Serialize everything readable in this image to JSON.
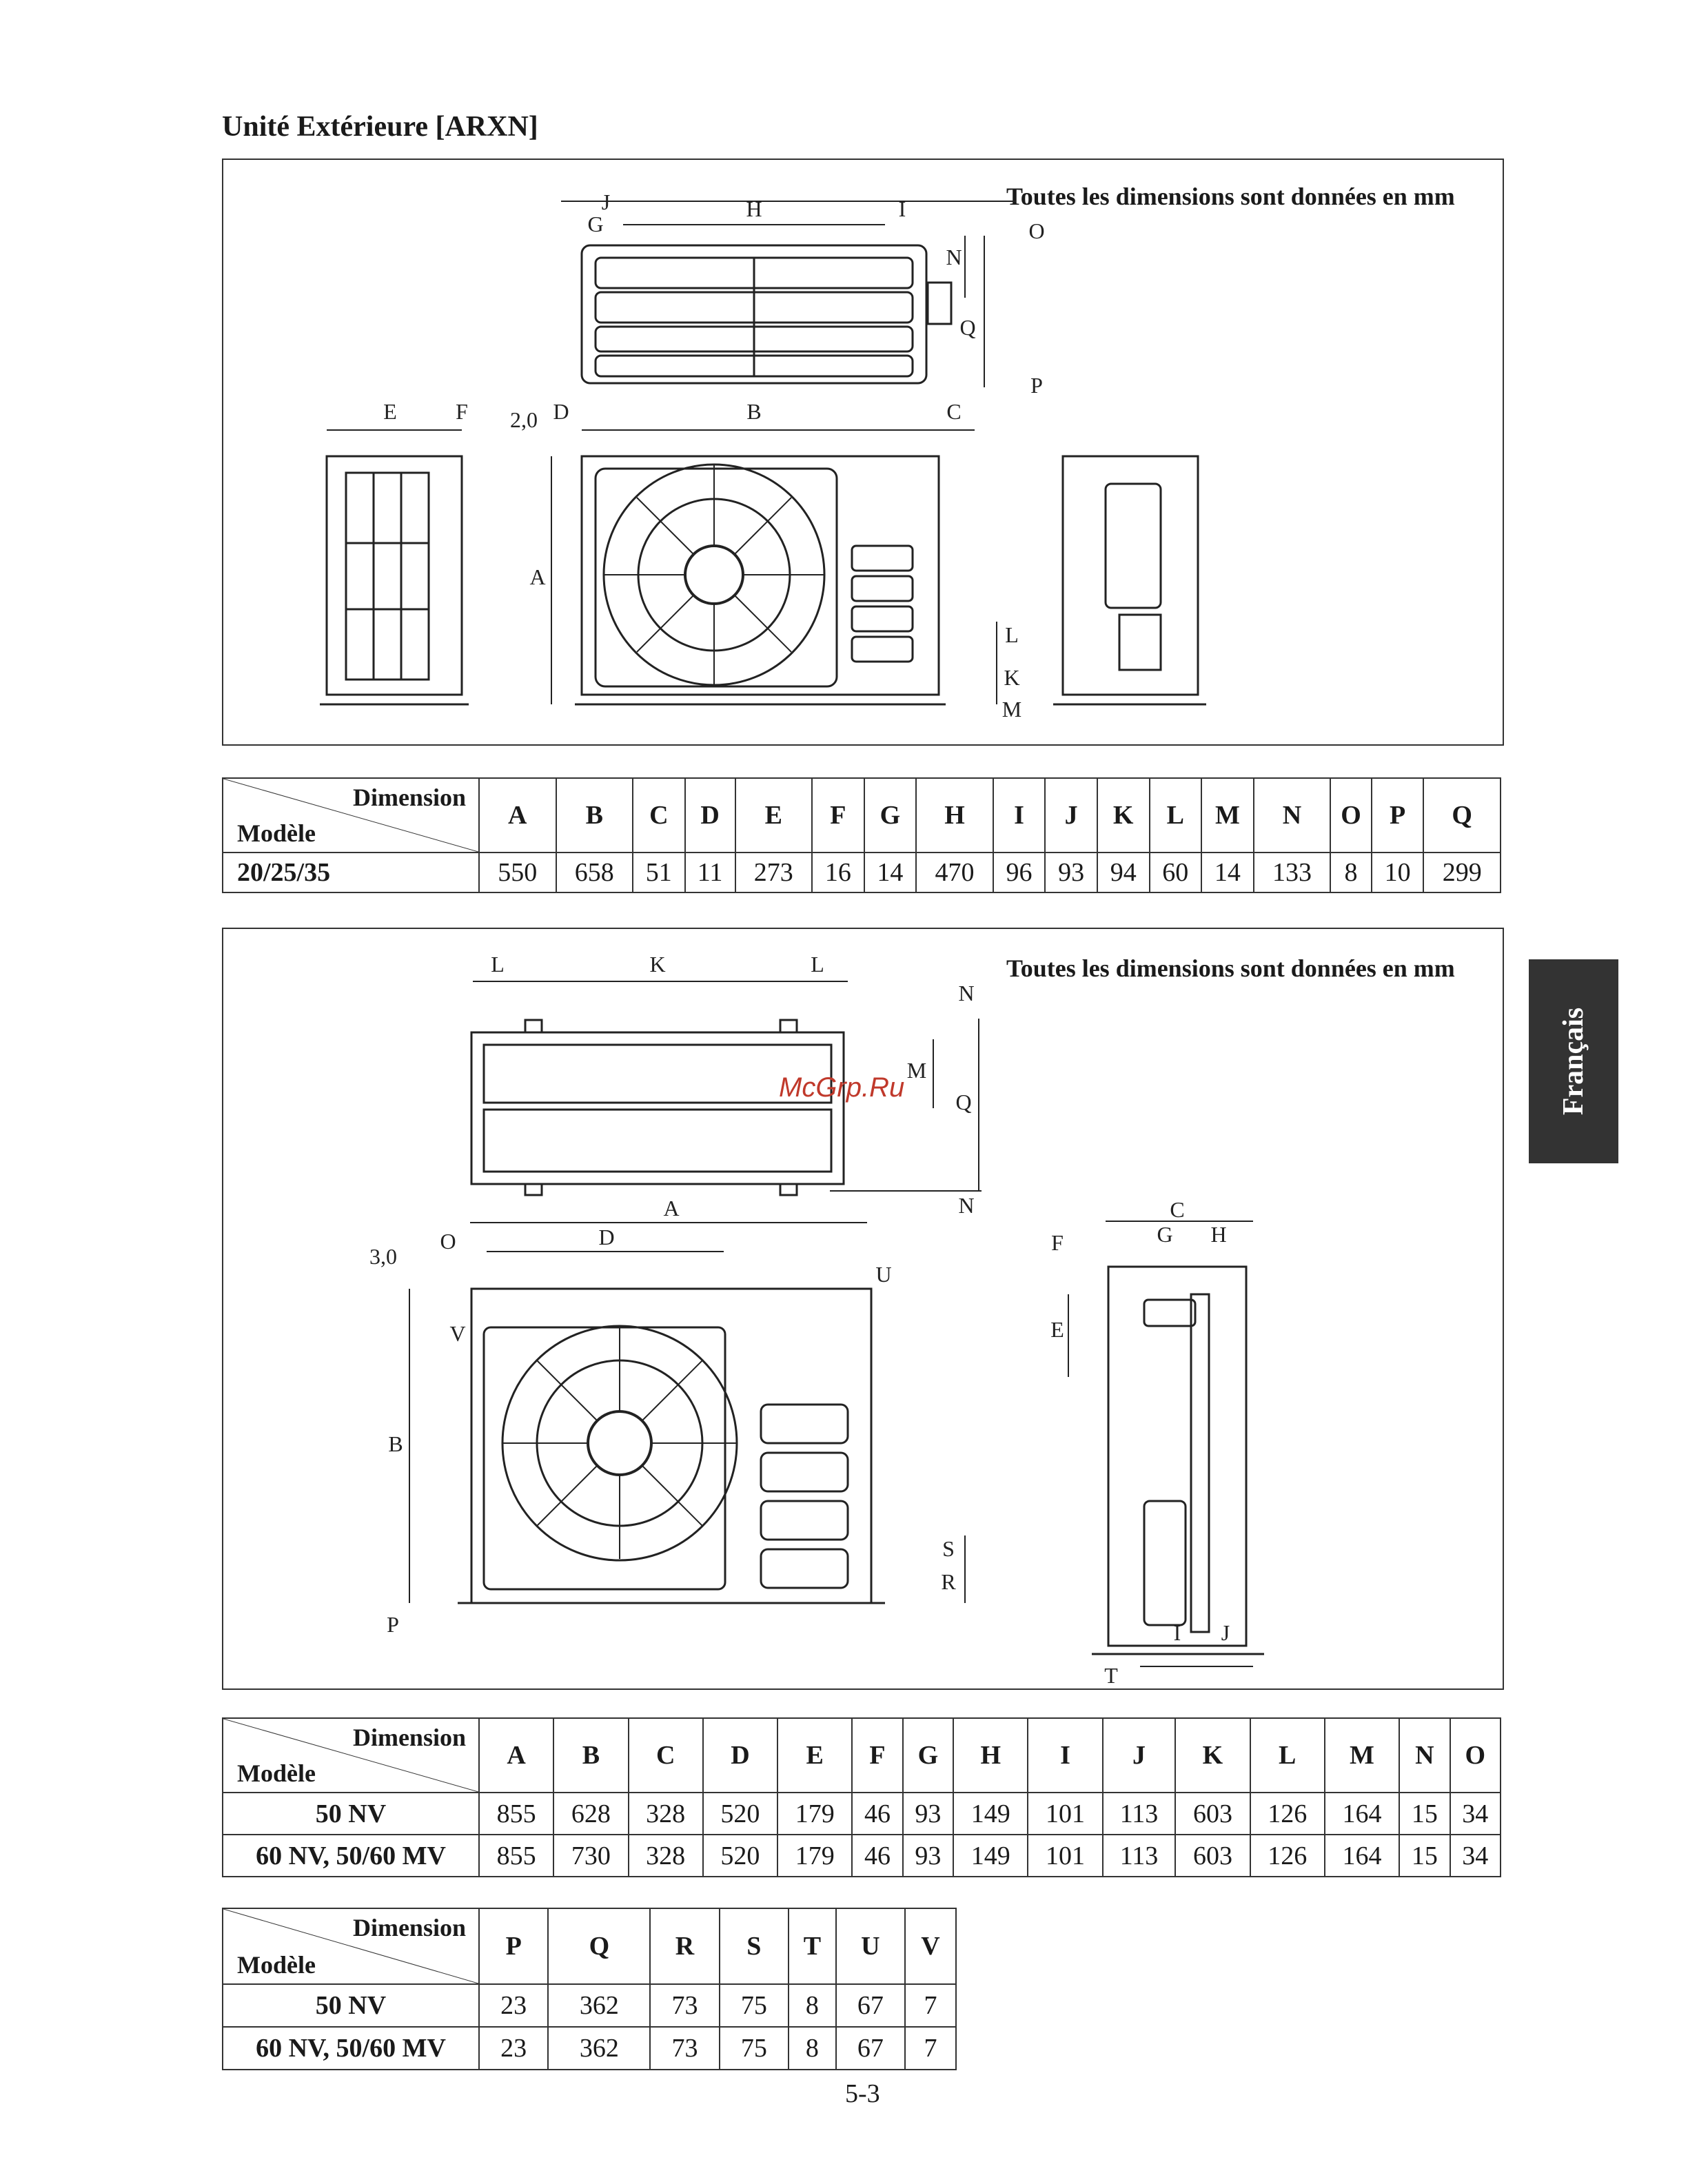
{
  "heading": "Unité Extérieure [ARXN]",
  "note": "Toutes les dimensions sont données en mm",
  "language_tab": "Français",
  "watermark": "McGrp.Ru",
  "page_number": "5-3",
  "corner_dimension": "Dimension",
  "corner_model": "Modèle",
  "diagram1_labels": [
    "J",
    "H",
    "I",
    "G",
    "O",
    "N",
    "Q",
    "P",
    "E",
    "F",
    "2,0",
    "D",
    "B",
    "C",
    "A",
    "L",
    "K",
    "M"
  ],
  "diagram2_labels": [
    "L",
    "K",
    "L",
    "N",
    "M",
    "Q",
    "N",
    "A",
    "O",
    "D",
    "3,0",
    "U",
    "V",
    "B",
    "S",
    "R",
    "P",
    "C",
    "G",
    "H",
    "F",
    "E",
    "I",
    "J",
    "T"
  ],
  "table1": {
    "headers": [
      "A",
      "B",
      "C",
      "D",
      "E",
      "F",
      "G",
      "H",
      "I",
      "J",
      "K",
      "L",
      "M",
      "N",
      "O",
      "P",
      "Q"
    ],
    "rows": [
      {
        "model": "20/25/35",
        "values": [
          "550",
          "658",
          "51",
          "11",
          "273",
          "16",
          "14",
          "470",
          "96",
          "93",
          "94",
          "60",
          "14",
          "133",
          "8",
          "10",
          "299"
        ]
      }
    ]
  },
  "table2": {
    "headers": [
      "A",
      "B",
      "C",
      "D",
      "E",
      "F",
      "G",
      "H",
      "I",
      "J",
      "K",
      "L",
      "M",
      "N",
      "O"
    ],
    "rows": [
      {
        "model": "50 NV",
        "values": [
          "855",
          "628",
          "328",
          "520",
          "179",
          "46",
          "93",
          "149",
          "101",
          "113",
          "603",
          "126",
          "164",
          "15",
          "34"
        ]
      },
      {
        "model": "60 NV, 50/60 MV",
        "values": [
          "855",
          "730",
          "328",
          "520",
          "179",
          "46",
          "93",
          "149",
          "101",
          "113",
          "603",
          "126",
          "164",
          "15",
          "34"
        ]
      }
    ]
  },
  "table3": {
    "headers": [
      "P",
      "Q",
      "R",
      "S",
      "T",
      "U",
      "V"
    ],
    "rows": [
      {
        "model": "50 NV",
        "values": [
          "23",
          "362",
          "73",
          "75",
          "8",
          "67",
          "7"
        ]
      },
      {
        "model": "60 NV, 50/60 MV",
        "values": [
          "23",
          "362",
          "73",
          "75",
          "8",
          "67",
          "7"
        ]
      }
    ]
  }
}
